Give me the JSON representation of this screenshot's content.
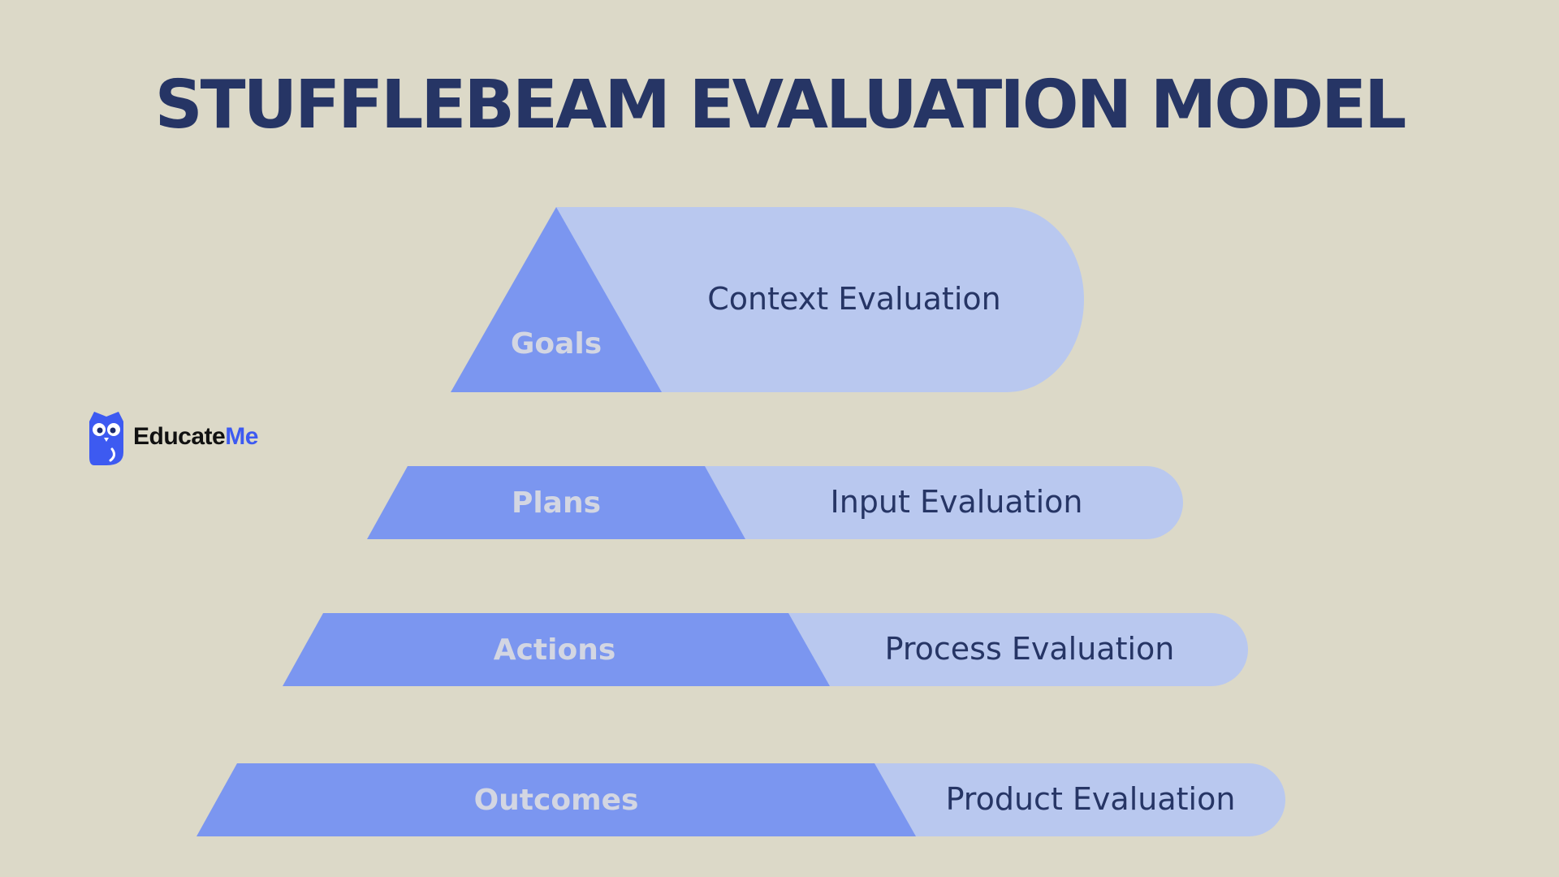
{
  "title": "STUFFLEBEAM EVALUATION MODEL",
  "logo": {
    "text_part1": "Educate",
    "text_part2": "Me",
    "icon": "owl-icon"
  },
  "tiers": [
    {
      "label": "Goals",
      "evaluation": "Context Evaluation"
    },
    {
      "label": "Plans",
      "evaluation": "Input Evaluation"
    },
    {
      "label": "Actions",
      "evaluation": "Process Evaluation"
    },
    {
      "label": "Outcomes",
      "evaluation": "Product Evaluation"
    }
  ],
  "colors": {
    "background": "#dcd9c8",
    "title": "#263565",
    "tier_dark": "#7b96f0",
    "tier_light": "#b9c8ef",
    "tier_label": "#d3d6e2",
    "eval_text": "#263565",
    "logo_blue": "#3d5af1"
  }
}
